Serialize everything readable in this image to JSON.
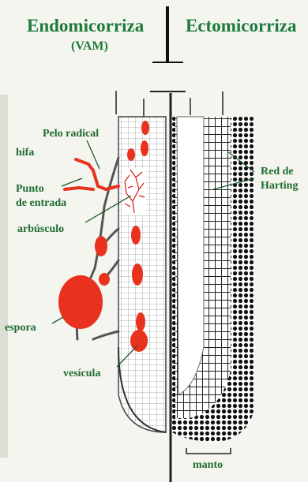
{
  "titles": {
    "left": "Endomicorriza",
    "left_sub": "(VAM)",
    "right": "Ectomicorriza"
  },
  "labels": {
    "pelo_radical": "Pelo radical",
    "hifa": "hifa",
    "punto_de_entrada_1": "Punto",
    "punto_de_entrada_2": "de entrada",
    "arbusculo": "arbúsculo",
    "espora": "espora",
    "vesicula": "vesícula",
    "red_de_harting_1": "Red de",
    "red_de_harting_2": "Harting",
    "manto": "manto"
  },
  "colors": {
    "label_green": "#1f6b2f",
    "fungus_red": "#e8321e",
    "root_black": "#1a1a1a",
    "background": "#f4f5ef"
  }
}
